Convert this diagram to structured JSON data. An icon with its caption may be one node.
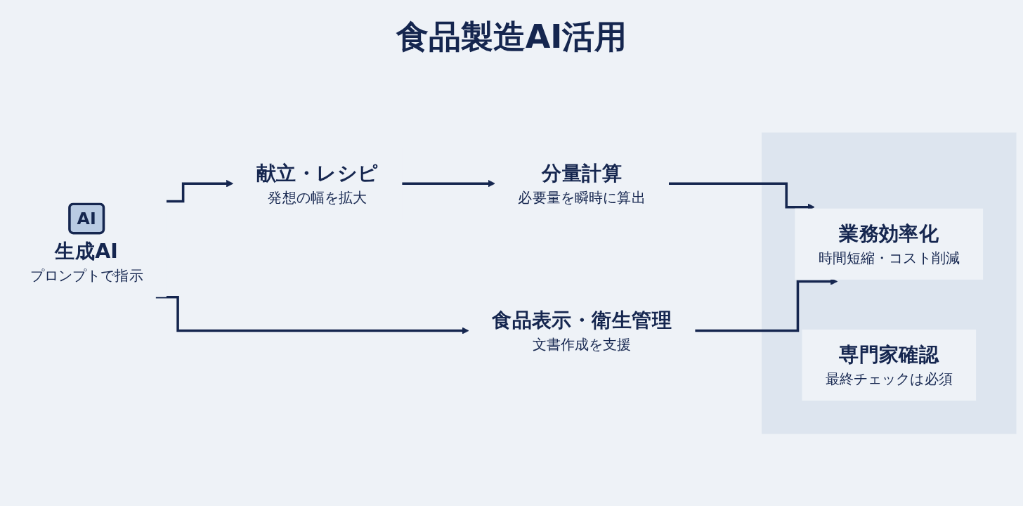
{
  "diagram": {
    "title": "食品製造AI活用",
    "nodes": [
      {
        "text": [
          "AI",
          "生成AI",
          "プロンプトで指示"
        ]
      },
      {
        "text": [
          "献立・レシピ",
          "発想の幅を拡大"
        ]
      },
      {
        "text": [
          "分量計算",
          "必要量を瞬時に算出"
        ]
      },
      {
        "text": [
          "食品表示・衛生管理",
          "文書作成を支援"
        ]
      },
      {
        "text": [],
        "shape": "band"
      },
      {
        "text": [
          "業務効率化",
          "時間短縮・コスト削減"
        ],
        "in": 4
      },
      {
        "text": [
          "専門家確認",
          "最終チェックは必須"
        ],
        "in": 4
      }
    ],
    "edges": [
      {
        "from": 0,
        "to": 1,
        "arrow": "to"
      },
      {
        "from": 0,
        "to": 3,
        "arrow": "to"
      },
      {
        "from": 1,
        "to": 2,
        "arrow": "to"
      },
      {
        "from": 2,
        "to": 5,
        "arrow": "to"
      },
      {
        "from": 3,
        "to": 5,
        "arrow": "to"
      }
    ]
  }
}
